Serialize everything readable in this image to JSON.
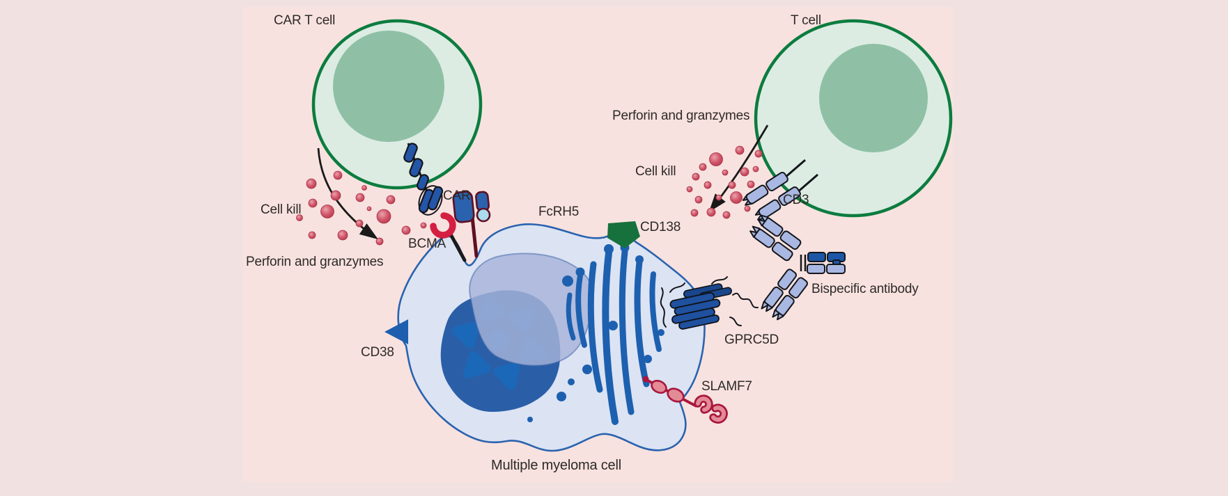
{
  "figure": {
    "title_implicit": "Immunotherapy targets on multiple myeloma cells"
  },
  "labels": {
    "car_t_cell": "CAR T cell",
    "t_cell": "T cell",
    "cell_kill_left": "Cell kill",
    "perforin_left": "Perforin and granzymes",
    "cell_kill_right": "Cell kill",
    "perforin_right": "Perforin and granzymes",
    "car": "CAR",
    "bcma": "BCMA",
    "fcrh5": "FcRH5",
    "cd138": "CD138",
    "cd38": "CD38",
    "gprc5d": "GPRC5D",
    "slamf7": "SLAMF7",
    "cd3": "CD3",
    "bispecific_antibody": "Bispecific antibody",
    "multiple_myeloma_cell": "Multiple myeloma cell"
  },
  "colors": {
    "outer_background": "#f1e1e1",
    "panel_background": "#f8e2df",
    "t_cell_body": "#dcece3",
    "t_cell_border": "#0c7c3f",
    "t_cell_nucleus": "#8fc0a5",
    "myeloma_body": "#dce3f3",
    "myeloma_border": "#2a63ae",
    "myeloma_nucleus": "#2a5fa8",
    "nucleus_petal": "#1b68b8",
    "perinuclear_halo": "#a7b3d9",
    "organelle_blue": "#1d60af",
    "receptor_blue": "#2456a8",
    "light_chain_blue": "#a9b8e2",
    "fcrh5_circle": "#aadcee",
    "bcma_red": "#d41f42",
    "slamf7_pink": "#e38b97",
    "slamf7_maroon": "#a8173e",
    "cd138_green": "#17713c",
    "granule_red": "#cc4f63",
    "line_black": "#1a1a1a",
    "text_color": "#2d2a28"
  }
}
